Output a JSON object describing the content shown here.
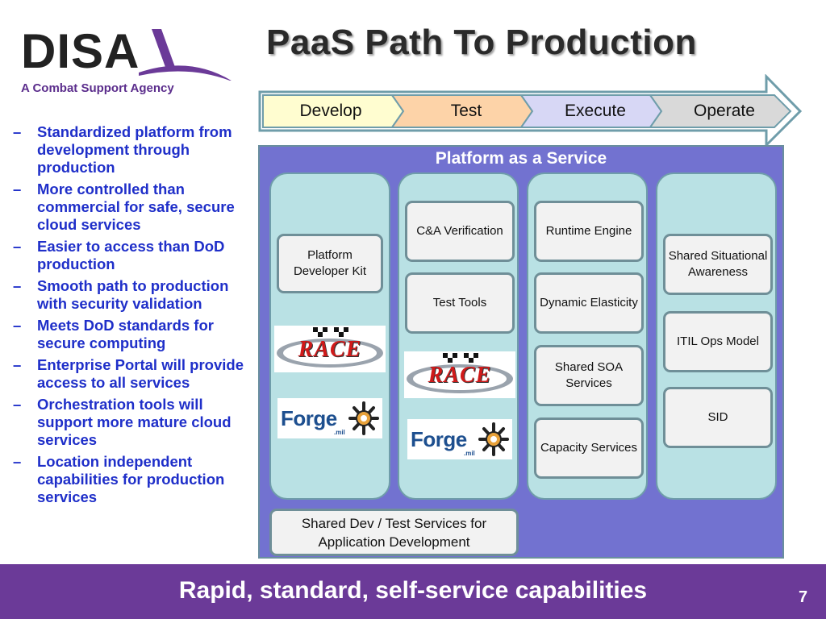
{
  "header": {
    "logo_text": "DISA",
    "agency": "A Combat Support Agency",
    "title": "PaaS Path To Production"
  },
  "bullets": [
    "Standardized platform from development through production",
    "More controlled than commercial for safe, secure cloud services",
    "Easier to access than DoD production",
    "Smooth path to production with security validation",
    "Meets DoD standards for secure computing",
    "Enterprise Portal will provide access to all services",
    "Orchestration tools will support more mature cloud services",
    "Location independent capabilities for production services"
  ],
  "phases": [
    "Develop",
    "Test",
    "Execute",
    "Operate"
  ],
  "phase_colors": [
    "#fffdd0",
    "#fdd3a8",
    "#d7d7f5",
    "#d9d9d9"
  ],
  "paas": {
    "title": "Platform as a Service",
    "col1": {
      "box1": "Platform Developer Kit"
    },
    "col2": {
      "box1": "C&A Verification",
      "box2": "Test Tools"
    },
    "col3": {
      "box1": "Runtime Engine",
      "box2": "Dynamic Elasticity",
      "box3": "Shared SOA Services",
      "box4": "Capacity Services"
    },
    "col4": {
      "box1": "Shared Situational Awareness",
      "box2": "ITIL Ops Model",
      "box3": "SID"
    },
    "shared_dev": "Shared Dev / Test Services for Application Development",
    "logos": {
      "race": "RACE",
      "forge": "Forge",
      "forge_sub": ".mil"
    }
  },
  "footer": {
    "tagline": "Rapid, standard, self-service capabilities",
    "page": "7"
  },
  "colors": {
    "brand_purple": "#6b3a98",
    "bullet_blue": "#1f2fc9",
    "panel": "#7272d0",
    "column": "#b9e1e4"
  }
}
